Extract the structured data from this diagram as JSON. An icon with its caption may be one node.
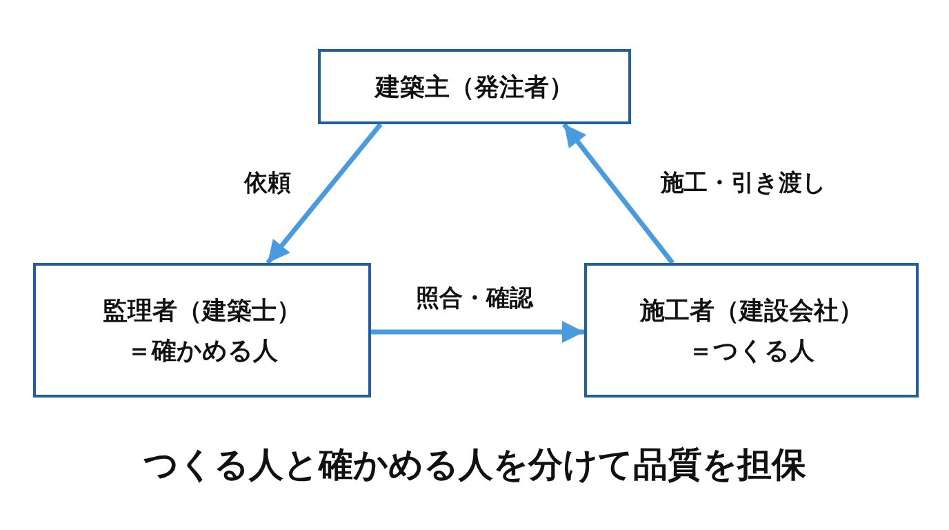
{
  "diagram": {
    "caption": "つくる人と確かめる人を分けて品質を担保",
    "nodes": [
      {
        "text": [
          "建築主（発注者）"
        ]
      },
      {
        "text": [
          "監理者（建築士）",
          "＝確かめる人"
        ]
      },
      {
        "text": [
          "施工者（建設会社）",
          "＝つくる人"
        ]
      }
    ],
    "edges": [
      {
        "from": 0,
        "to": 1,
        "arrow": "to",
        "label": "依頼"
      },
      {
        "from": 1,
        "to": 2,
        "arrow": "to",
        "label": "照合・確認"
      },
      {
        "from": 2,
        "to": 0,
        "arrow": "to",
        "label": "施工・引き渡し"
      }
    ]
  }
}
